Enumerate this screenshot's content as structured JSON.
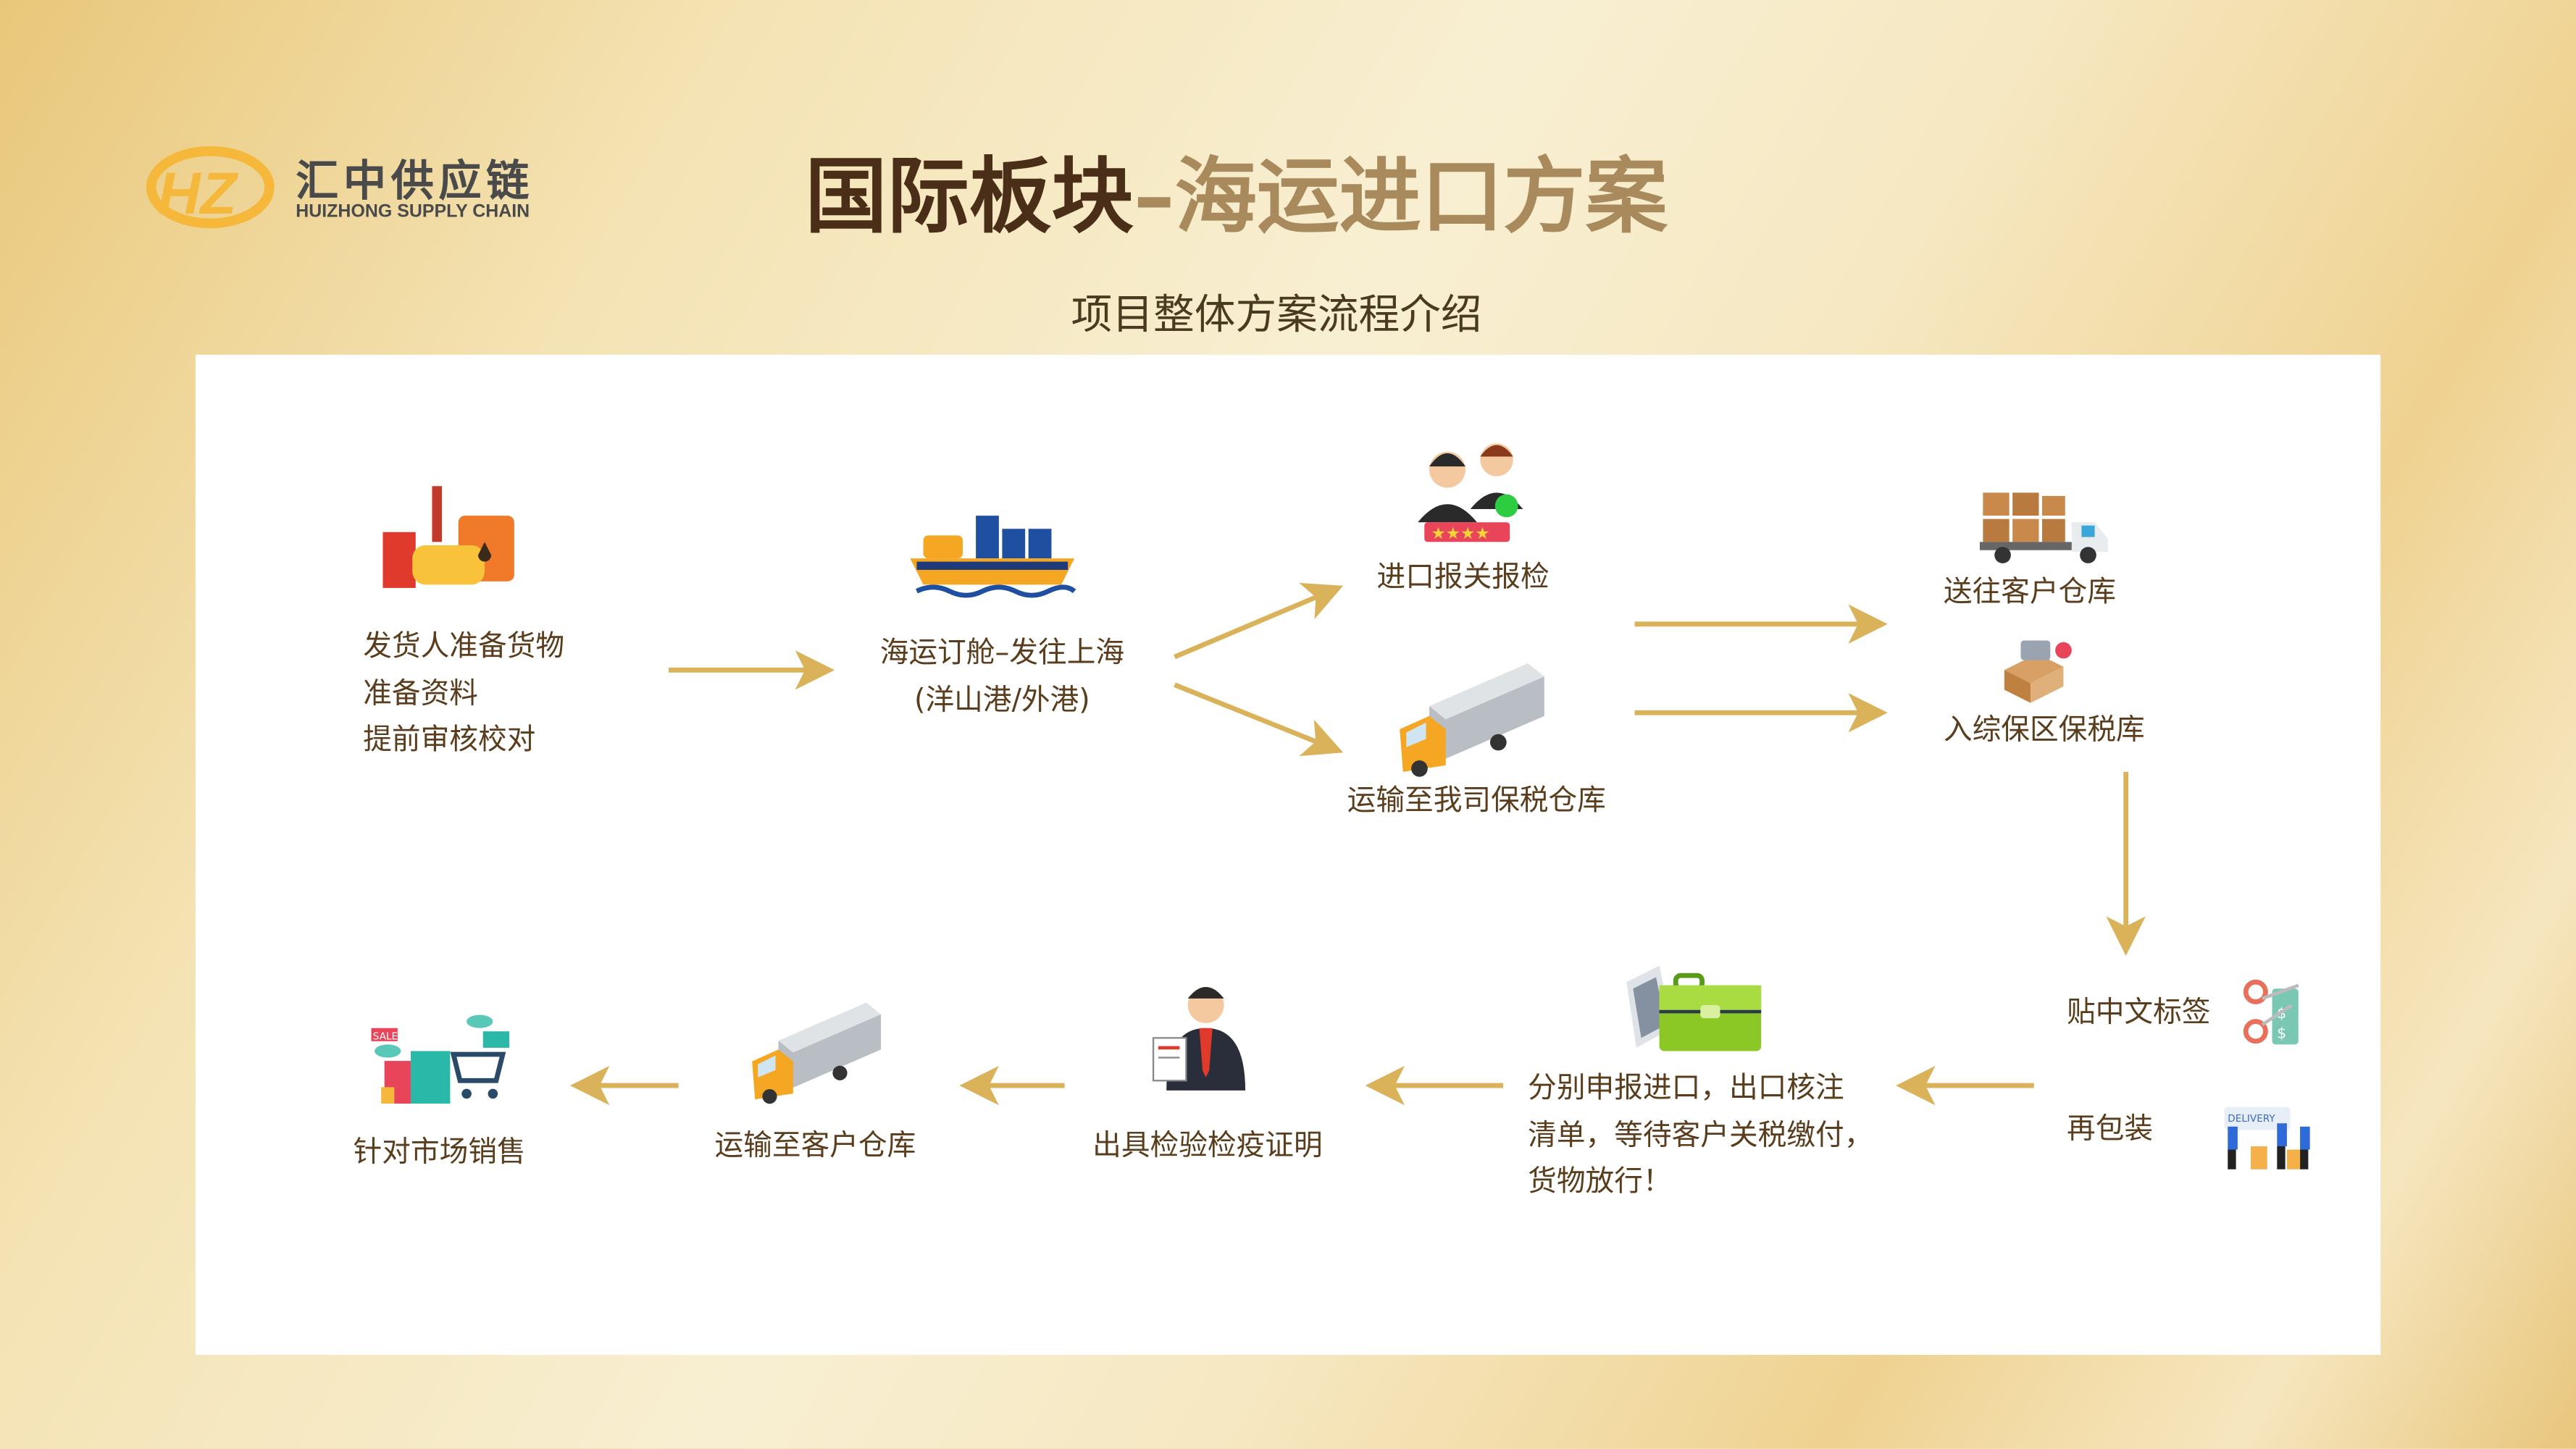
{
  "logo": {
    "cn": "汇中供应链",
    "en": "HUIZHONG SUPPLY CHAIN",
    "mark": "HZ"
  },
  "title": {
    "main": "国际板块",
    "sub": "–海运进口方案"
  },
  "subtitle": "项目整体方案流程介绍",
  "colors": {
    "text": "#5a3d1c",
    "arrow": "#d9b25a",
    "title_dark": "#4a2e18",
    "title_light": "#a88a5c",
    "logo": "#f5b83a"
  },
  "steps": {
    "s1": {
      "lines": [
        "发货人准备货物",
        "准备资料",
        "提前审核校对"
      ],
      "icon": "factory-icon"
    },
    "s2": {
      "lines": [
        "海运订舱–发往上海",
        "(洋山港/外港)"
      ],
      "icon": "cargo-ship-icon"
    },
    "s3": {
      "label": "进口报关报检",
      "icon": "customs-officers-icon"
    },
    "s4": {
      "label": "运输至我司保税仓库",
      "icon": "truck-icon"
    },
    "s5": {
      "label": "送往客户仓库",
      "icon": "delivery-truck-icon"
    },
    "s6": {
      "label": "入综保区保税库",
      "icon": "bonded-warehouse-icon"
    },
    "s7": {
      "label": "贴中文标签",
      "icon": "scissors-tag-icon"
    },
    "s8": {
      "label": "再包装",
      "icon": "delivery-people-icon"
    },
    "s9": {
      "lines": [
        "分别申报进口，出口核注",
        "清单，等待客户关税缴付，",
        "货物放行！"
      ],
      "icon": "briefcase-documents-icon"
    },
    "s10": {
      "label": "出具检验检疫证明",
      "icon": "inspector-icon"
    },
    "s11": {
      "label": "运输至客户仓库",
      "icon": "truck-icon"
    },
    "s12": {
      "label": "针对市场销售",
      "icon": "shopping-icon"
    }
  }
}
